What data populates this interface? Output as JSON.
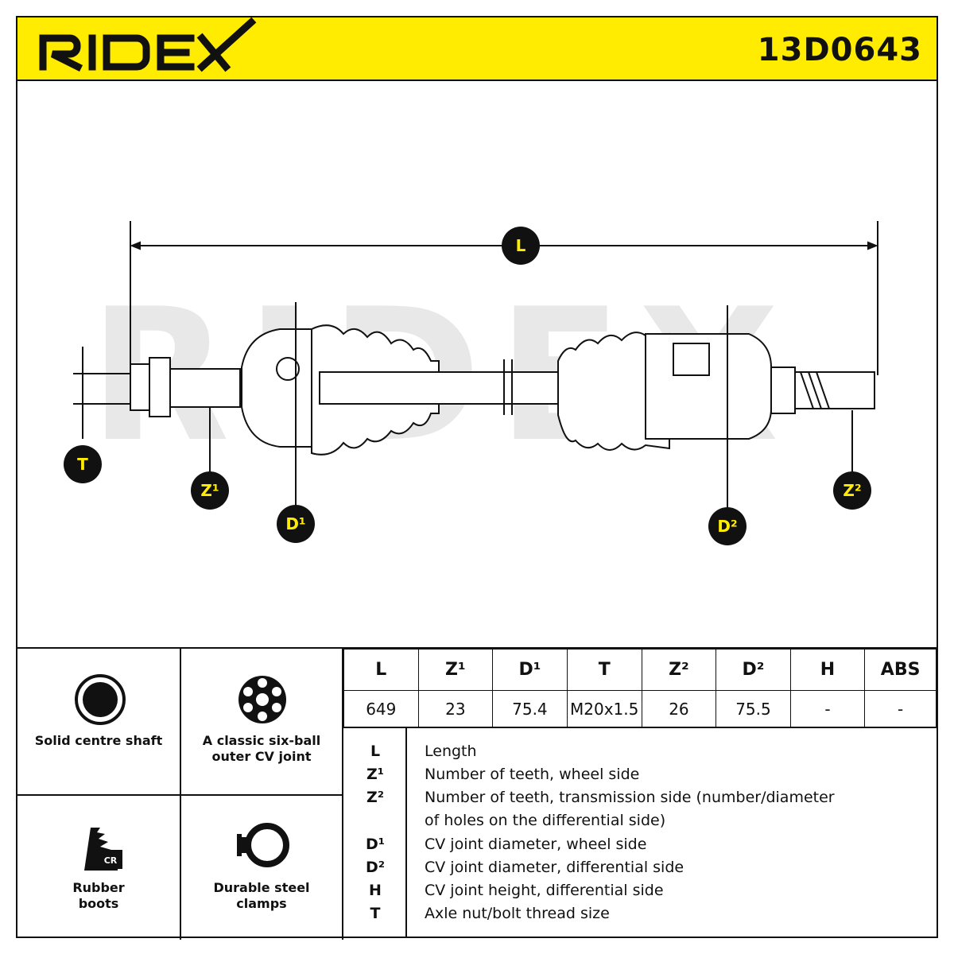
{
  "header": {
    "brand": "RIDEX",
    "part_number": "13D0643"
  },
  "diagram": {
    "watermark": "RIDEX",
    "labels": {
      "L": "L",
      "T": "T",
      "Z1": "Z¹",
      "Z2": "Z²",
      "D1": "D¹",
      "D2": "D²"
    }
  },
  "features": [
    {
      "label": "Solid centre shaft",
      "icon": "solid-shaft-icon"
    },
    {
      "label": "A classic six-ball outer CV joint",
      "icon": "six-ball-joint-icon"
    },
    {
      "label": "Rubber boots",
      "icon": "rubber-boot-icon",
      "badge": "CR"
    },
    {
      "label": "Durable steel clamps",
      "icon": "steel-clamp-icon"
    }
  ],
  "specs": {
    "headers": [
      "L",
      "Z¹",
      "D¹",
      "T",
      "Z²",
      "D²",
      "H",
      "ABS"
    ],
    "values": [
      "649",
      "23",
      "75.4",
      "M20x1.5",
      "26",
      "75.5",
      "-",
      "-"
    ]
  },
  "legend": [
    {
      "key": "L",
      "desc": "Length"
    },
    {
      "key": "Z¹",
      "desc": "Number of teeth, wheel side"
    },
    {
      "key": "Z²",
      "desc": "Number of teeth, transmission side (number/diameter"
    },
    {
      "key": "",
      "desc": "of holes on the differential side)"
    },
    {
      "key": "D¹",
      "desc": "CV joint diameter, wheel side"
    },
    {
      "key": "D²",
      "desc": "CV joint diameter, differential side"
    },
    {
      "key": "H",
      "desc": "CV joint height, differential side"
    },
    {
      "key": "T",
      "desc": "Axle nut/bolt thread size"
    }
  ],
  "colors": {
    "brand_yellow": "#ffec00",
    "ink": "#111111",
    "watermark": "#e6e6e6"
  }
}
